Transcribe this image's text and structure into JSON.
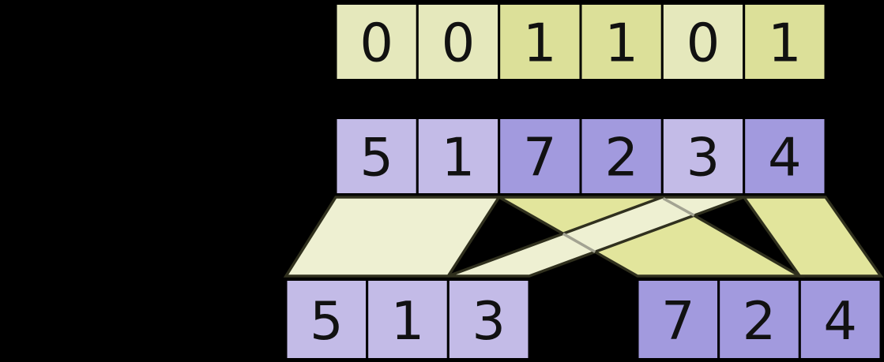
{
  "diagram": {
    "kind": "split-by-flags array diagram",
    "colors": {
      "background": "#000000",
      "mask_zero_cell": "#e5e8bc",
      "mask_one_cell": "#dce099",
      "value_light_cell": "#c3bbe7",
      "value_dark_cell": "#a29ade",
      "connector_pale": "#eef0d2",
      "connector_dark": "#e2e59c",
      "connector_edge": "#30301e",
      "connector_edge_occluded": "#a3a392",
      "cell_border": "#000000",
      "digit": "#111111"
    },
    "rows": {
      "flags": {
        "cells": [
          {
            "value": "0",
            "fill": "#e5e8bc"
          },
          {
            "value": "0",
            "fill": "#e5e8bc"
          },
          {
            "value": "1",
            "fill": "#dce099"
          },
          {
            "value": "1",
            "fill": "#dce099"
          },
          {
            "value": "0",
            "fill": "#e5e8bc"
          },
          {
            "value": "1",
            "fill": "#dce099"
          }
        ]
      },
      "values": {
        "cells": [
          {
            "value": "5",
            "fill": "#c3bbe7"
          },
          {
            "value": "1",
            "fill": "#c3bbe7"
          },
          {
            "value": "7",
            "fill": "#a29ade"
          },
          {
            "value": "2",
            "fill": "#a29ade"
          },
          {
            "value": "3",
            "fill": "#c3bbe7"
          },
          {
            "value": "4",
            "fill": "#a29ade"
          }
        ]
      },
      "output_left": {
        "cells": [
          {
            "value": "5",
            "fill": "#c3bbe7"
          },
          {
            "value": "1",
            "fill": "#c3bbe7"
          },
          {
            "value": "3",
            "fill": "#c3bbe7"
          }
        ]
      },
      "output_right": {
        "cells": [
          {
            "value": "7",
            "fill": "#a29ade"
          },
          {
            "value": "2",
            "fill": "#a29ade"
          },
          {
            "value": "4",
            "fill": "#a29ade"
          }
        ]
      }
    }
  }
}
